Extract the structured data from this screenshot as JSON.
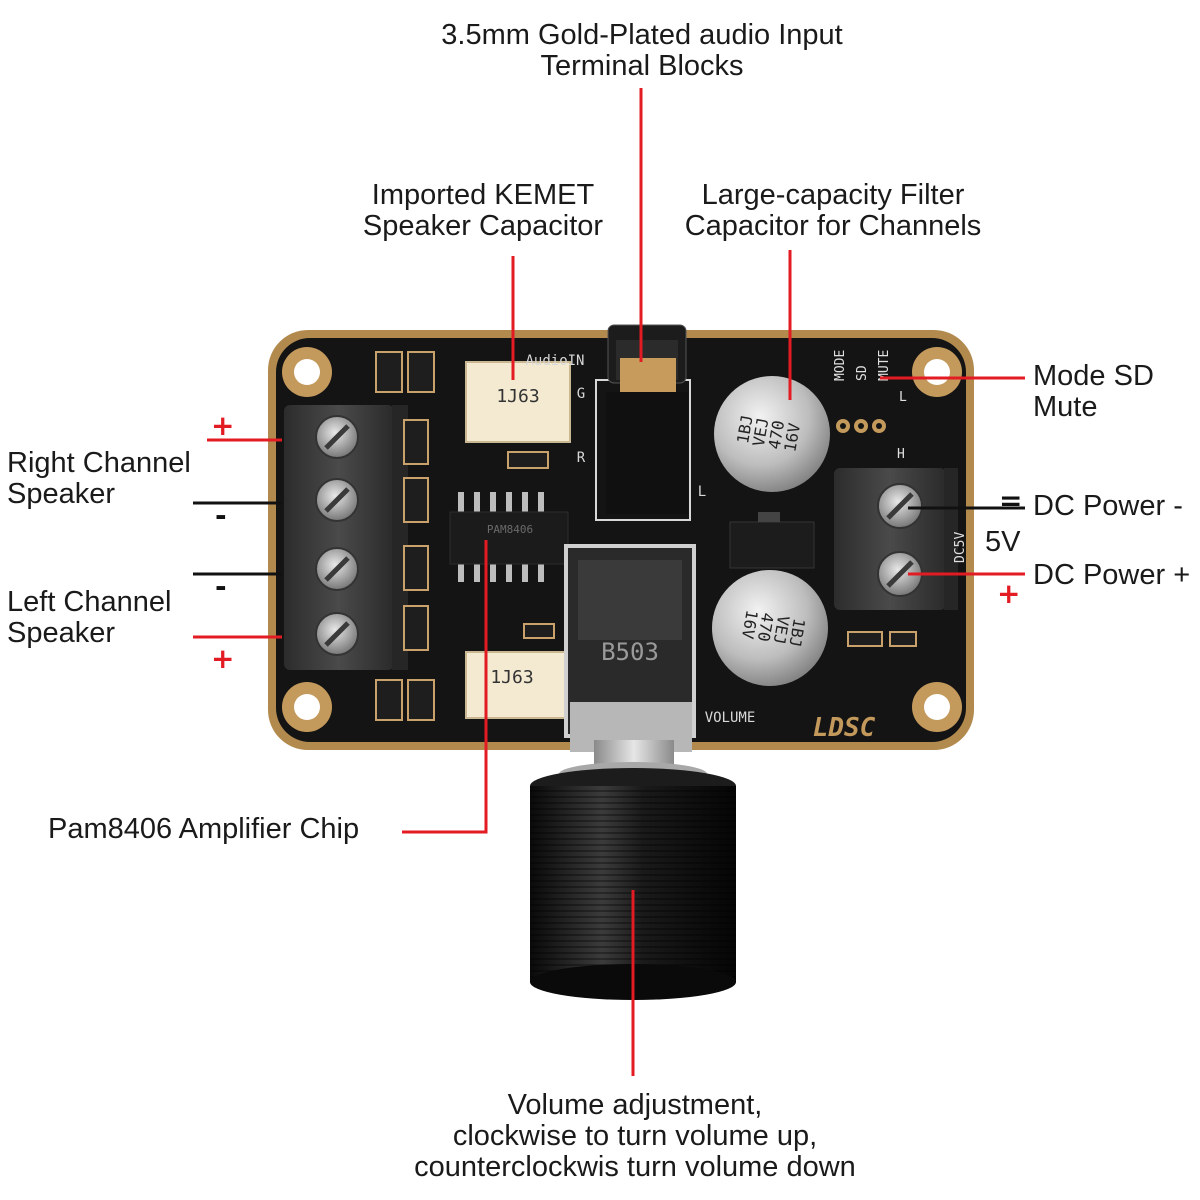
{
  "labels": {
    "audio_input": [
      "3.5mm Gold-Plated audio Input",
      "Terminal Blocks"
    ],
    "kemet_capacitor": [
      "Imported KEMET",
      "Speaker Capacitor"
    ],
    "filter_capacitor": [
      "Large-capacity Filter",
      "Capacitor for Channels"
    ],
    "mode_sd_mute": [
      "Mode SD",
      "Mute"
    ],
    "right_channel": [
      "Right Channel",
      "Speaker"
    ],
    "left_channel": [
      "Left Channel",
      "Speaker"
    ],
    "dc_power_minus": "DC Power -",
    "dc_voltage": "5V",
    "dc_power_plus": "DC Power +",
    "amplifier_chip": "Pam8406 Amplifier Chip",
    "volume": [
      "Volume adjustment,",
      "clockwise to turn volume up,",
      "counterclockwis turn volume down"
    ]
  },
  "signs": {
    "plus": "+",
    "minus": "-",
    "dc_minus": "="
  },
  "board_markings": {
    "audio_in": "AudioIN",
    "g": "G",
    "r": "R",
    "l_jack": "L",
    "mode": "MODE",
    "sd": "SD",
    "mute": "MUTE",
    "l_hdr": "L",
    "h_hdr": "H",
    "dc5v": "DC5V",
    "cap_code": "1J63",
    "chip": "PAM8406",
    "pot_code": "B503",
    "volume": "VOLUME",
    "brand": "LDSC",
    "ecap_top": [
      "1BJ",
      "VEJ",
      "470",
      "16V"
    ],
    "ecap_bottom": [
      "1BJ",
      "VEJ",
      "470",
      "16V"
    ]
  },
  "colors": {
    "leader_red": "#e31b23",
    "pcb_black": "#141414",
    "pcb_gold": "#b38a4e",
    "terminal_gray": "#3a3a3a"
  }
}
